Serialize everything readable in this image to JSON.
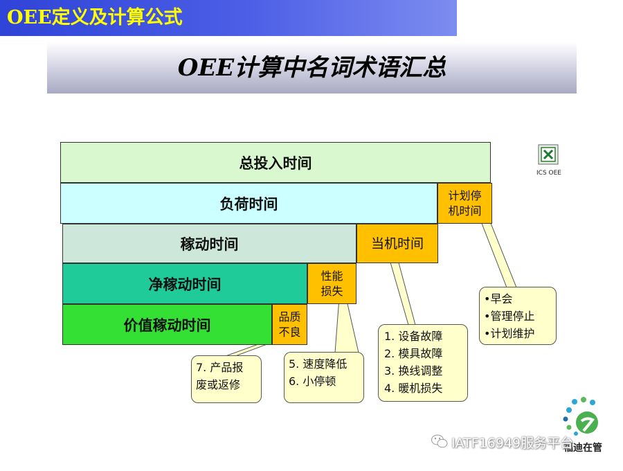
{
  "header": {
    "title": "OEE定义及计算公式"
  },
  "subtitle": {
    "text": "OEE计算中名词术语汇总"
  },
  "bars": {
    "total": "总投入时间",
    "load": "负荷时间",
    "operate": "稼动时间",
    "net": "净稼动时间",
    "value": "价值稼动时间"
  },
  "loss_boxes": {
    "planned_stop": [
      "计划停",
      "机时间"
    ],
    "downtime": "当机时间",
    "performance": [
      "性能",
      "损失"
    ],
    "quality": [
      "品质",
      "不良"
    ]
  },
  "callouts": {
    "planned_stop": [
      "•早会",
      "•管理停止",
      "•计划维护"
    ],
    "downtime": [
      "1. 设备故障",
      "2. 模具故障",
      "3. 换线调整",
      "4. 暖机损失"
    ],
    "performance": [
      "5. 速度降低",
      "6. 小停顿"
    ],
    "quality": [
      "7. 产品报",
      "废或返修"
    ]
  },
  "excel_icon": {
    "icon": "excel-file-icon",
    "label": "ICS OEE"
  },
  "logo": {
    "text": "福迪在管"
  },
  "watermark": {
    "icon": "wechat-icon",
    "text": "IATF16949服务平台"
  },
  "colors": {
    "header_bg": "#3a4fe0",
    "header_text": "#ffff00",
    "loss_box": "#ffc000",
    "callout_bg": "#ffffcc",
    "bar_total": "#d9f8d0",
    "bar_load": "#ccffff",
    "bar_operate": "#cde7da",
    "bar_net": "#1fcc99",
    "bar_value": "#33e033"
  }
}
